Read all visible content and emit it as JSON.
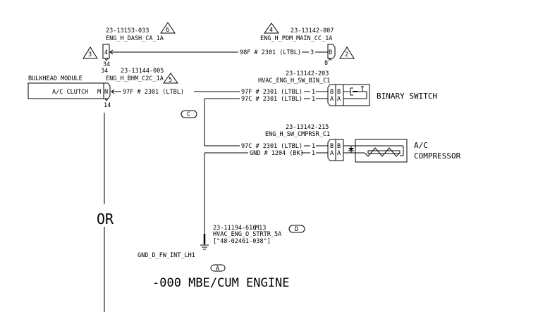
{
  "diagram": {
    "title": "-000 MBE/CUM ENGINE",
    "or_label": "OR",
    "variant_markers": [
      "A",
      "C",
      "D"
    ],
    "connectors": {
      "dash": {
        "part": "23-13153-033",
        "name": "ENG_H_DASH_CA_1A",
        "callout": "6",
        "pin": "4",
        "pin_ref": "34",
        "side_callout": "3"
      },
      "pdm": {
        "part": "23-13142-807",
        "name": "ENG_H_PDM_MAIN_CC_1A",
        "callout": "4",
        "pin": "B",
        "pin_ref": "8",
        "side_callout": "2"
      },
      "bhm": {
        "part": "23-13144-005",
        "name": "ENG_H_BHM_C2C_1A",
        "callout": "5",
        "pin": "N",
        "pin_ref_top": "34",
        "pin_ref": "14"
      },
      "binary": {
        "part": "23-13142-203",
        "name": "HVAC_ENG_H_SW_BIN_C1",
        "pins": [
          "B",
          "A"
        ]
      },
      "compressor": {
        "part": "23-13142-215",
        "name": "ENG_H_SW_CMPRSR_C1",
        "pins": [
          "B",
          "A"
        ]
      },
      "ground": {
        "part": "23-11194-616",
        "ref": "M13",
        "name": "HVAC_ENG_O_STRTR_5A",
        "sub": "[\"48-02461-038\"]",
        "ground_label": "GND_D_FW_INT_LH1"
      }
    },
    "module": {
      "title": "BULKHEAD MODULE",
      "function": "A/C CLUTCH",
      "pin": "M"
    },
    "wires": {
      "dash_to_pdm": "98F # 2301 (LTBL)",
      "dash_to_pdm_pin": "3",
      "bhm_out": "97F # 2301 (LTBL)",
      "bin_97f": "97F # 2301 (LTBL)",
      "bin_97c": "97C # 2301 (LTBL)",
      "bin_pin": "1",
      "cmp_97c": "97C # 2301 (LTBL)",
      "cmp_gnd": "GND # 1204 (BK)",
      "cmp_pin": "1"
    },
    "components": {
      "binary_switch": "BINARY SWITCH",
      "compressor_line1": "A/C",
      "compressor_line2": "COMPRESSOR"
    }
  }
}
